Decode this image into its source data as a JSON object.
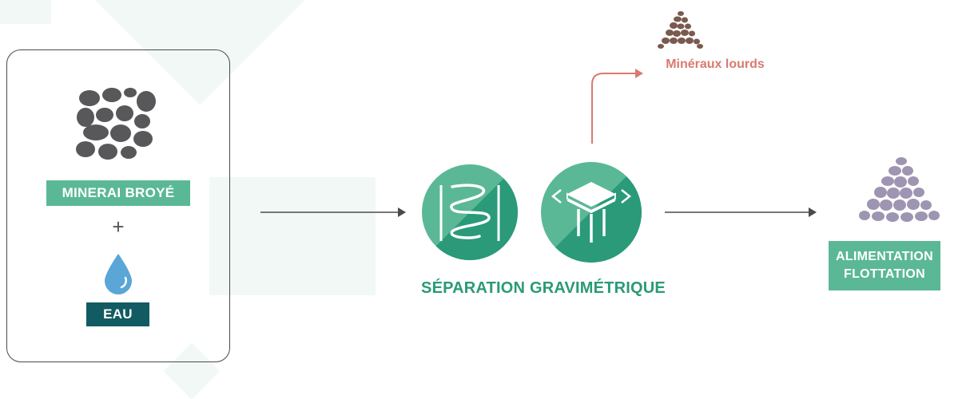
{
  "input": {
    "ore_label": "MINERAI BROYÉ",
    "plus": "+",
    "water_label": "EAU"
  },
  "process": {
    "title": "SÉPARATION GRAVIMÉTRIQUE",
    "icons": [
      "spiral-concentrator-icon",
      "shaking-table-icon"
    ]
  },
  "outputs": {
    "heavy_minerals": "Minéraux lourds",
    "feed_line1": "ALIMENTATION",
    "feed_line2": "FLOTTATION"
  },
  "colors": {
    "green_light": "#5bb896",
    "green_dark": "#2a9a78",
    "teal_dark": "#135b63",
    "heavy_arrow": "#d97a70",
    "ore_grey": "#58585a",
    "heavy_brown": "#7a5a4e",
    "flotation_purple": "#9e95b2",
    "water_blue": "#5aa6d6"
  }
}
